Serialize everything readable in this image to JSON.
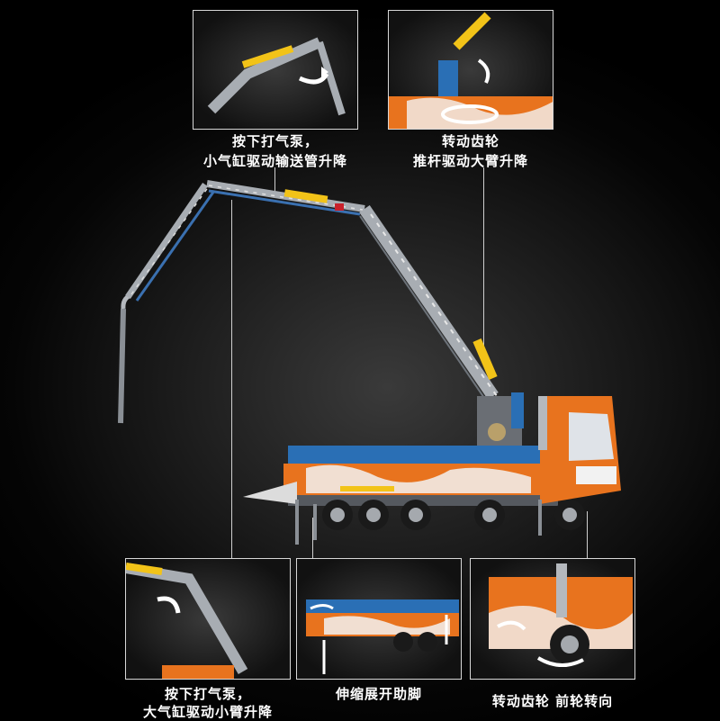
{
  "captions": {
    "top_left_line1": "按下打气泵，",
    "top_left_line2": "小气缸驱动输送管升降",
    "top_right_line1": "转动齿轮",
    "top_right_line2": "推杆驱动大臂升降",
    "bottom_left_line1": "按下打气泵，",
    "bottom_left_line2": "大气缸驱动小臂升降",
    "bottom_middle": "伸缩展开助脚",
    "bottom_right": "转动齿轮 前轮转向"
  },
  "colors": {
    "background": "#000000",
    "truck_orange": "#e8731e",
    "truck_white": "#f2f2f2",
    "boom_grey": "#a7acb2",
    "cylinder_yellow": "#f2c318",
    "frame_blue": "#2a6fb5",
    "arrow_white": "#ffffff"
  }
}
